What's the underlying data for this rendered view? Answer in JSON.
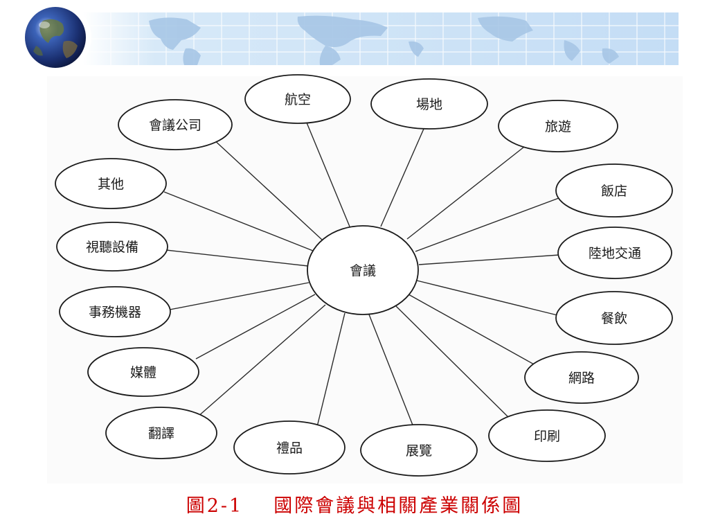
{
  "diagram": {
    "center": "會議",
    "nodes": [
      "會議公司",
      "航空",
      "場地",
      "旅遊",
      "飯店",
      "陸地交通",
      "餐飲",
      "網路",
      "印刷",
      "展覽",
      "禮品",
      "翻譯",
      "媒體",
      "事務機器",
      "視聽設備",
      "其他"
    ]
  },
  "caption": {
    "figure_label": "圖2-1",
    "title": "國際會議與相關產業關係圖"
  },
  "colors": {
    "caption": "#cc0000",
    "banner_sky": "#c9e2f7",
    "banner_land": "#a9c9e8",
    "globe_ocean": "#1f3f8a"
  },
  "icons": {
    "globe": "globe-icon"
  }
}
